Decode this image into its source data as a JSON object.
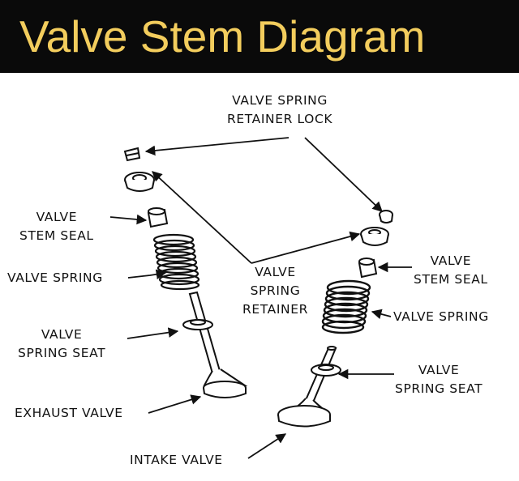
{
  "title": "Valve Stem Diagram",
  "labels": {
    "retainer_lock": "VALVE SPRING\nRETAINER LOCK",
    "left_stem_seal": "VALVE\nSTEM SEAL",
    "left_valve_spring": "VALVE SPRING",
    "left_spring_seat": "VALVE\nSPRING SEAT",
    "exhaust_valve": "EXHAUST VALVE",
    "spring_retainer": "VALVE\nSPRING\nRETAINER",
    "right_stem_seal": "VALVE\nSTEM SEAL",
    "right_valve_spring": "VALVE SPRING",
    "right_spring_seat": "VALVE\nSPRING SEAT",
    "intake_valve": "INTAKE VALVE"
  },
  "colors": {
    "title": "#f3cd5d",
    "header_bg": "#0a0a0a",
    "ink": "#111111"
  }
}
